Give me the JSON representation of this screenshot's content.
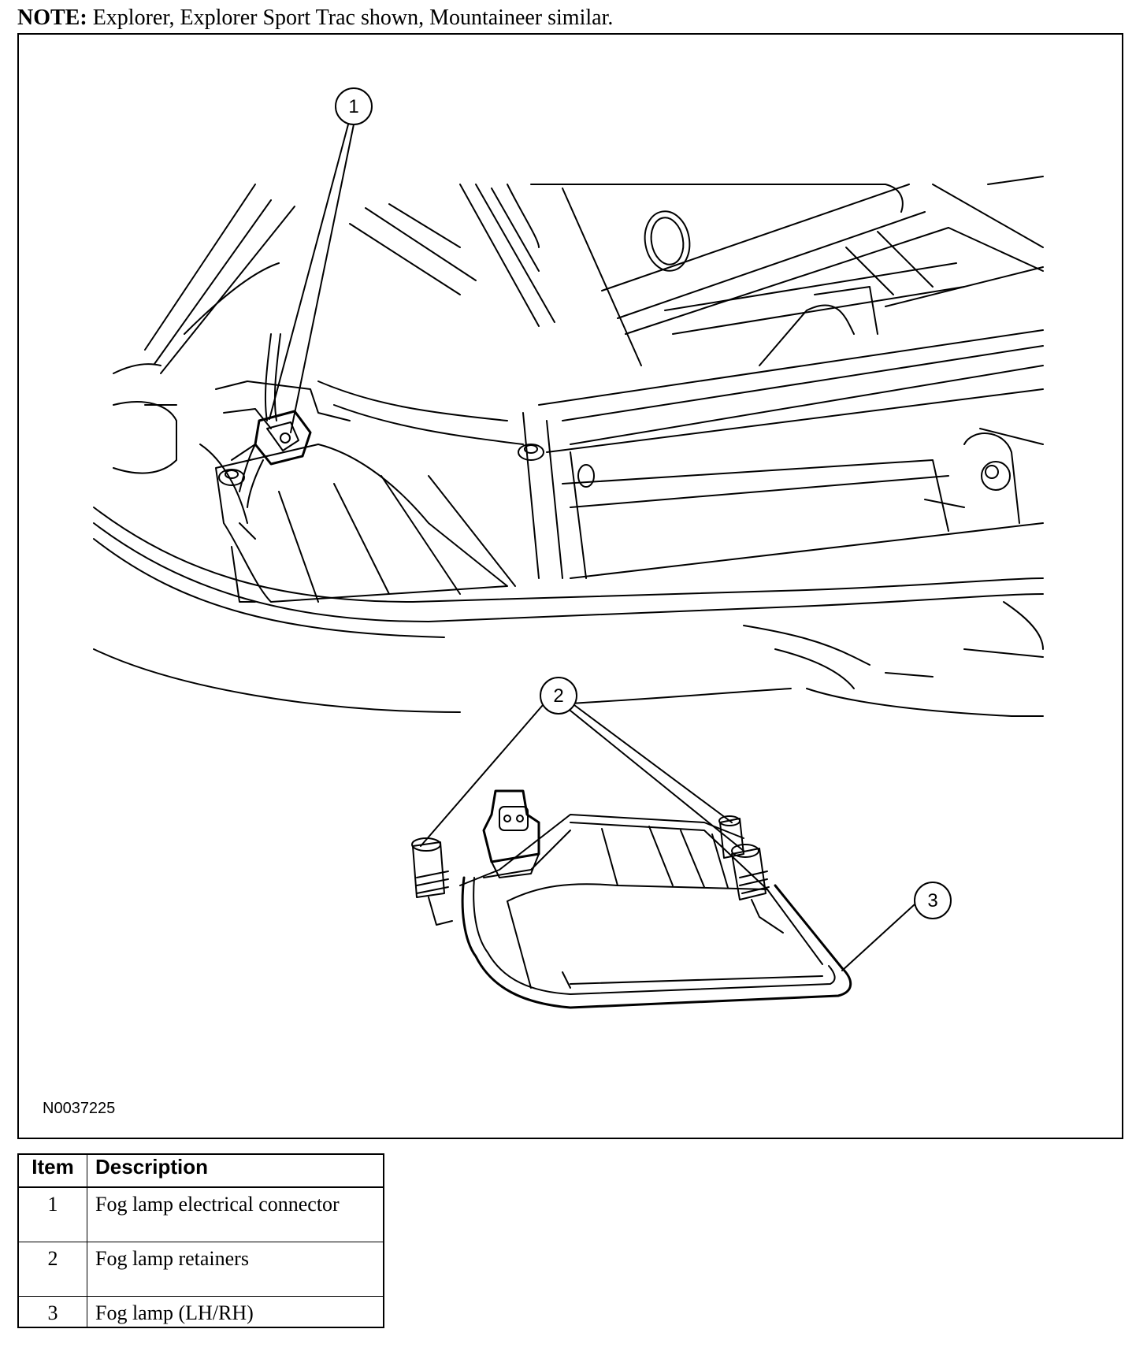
{
  "note": {
    "label": "NOTE:",
    "text": "Explorer, Explorer Sport Trac shown, Mountaineer similar."
  },
  "figure": {
    "id": "N0037225",
    "callouts": [
      "1",
      "2",
      "3"
    ]
  },
  "legend": {
    "headers": {
      "item": "Item",
      "description": "Description"
    },
    "rows": [
      {
        "item": "1",
        "description": "Fog lamp electrical connector"
      },
      {
        "item": "2",
        "description": "Fog lamp retainers"
      },
      {
        "item": "3",
        "description": "Fog lamp (LH/RH)"
      }
    ]
  }
}
